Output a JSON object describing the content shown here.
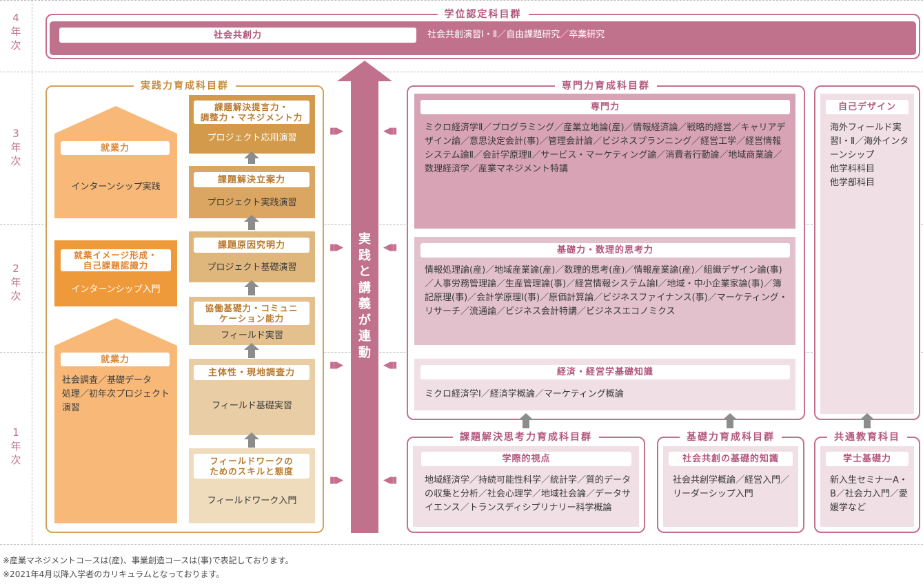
{
  "years": [
    {
      "num": "4",
      "unit": "年",
      "ji": "次"
    },
    {
      "num": "3",
      "unit": "年",
      "ji": "次"
    },
    {
      "num": "2",
      "unit": "年",
      "ji": "次"
    },
    {
      "num": "1",
      "unit": "年",
      "ji": "次"
    }
  ],
  "degree": {
    "title": "学位認定科目群",
    "pill": "社会共創力",
    "courses": "社会共創演習Ⅰ・Ⅱ／自由課題研究／卒業研究"
  },
  "practice": {
    "title": "実践力育成科目群",
    "house_top": {
      "pill": "就業力",
      "text": "インターンシップ実践"
    },
    "mid": {
      "pill": "就業イメージ形成・\n自己課題認識力",
      "text": "インターンシップ入門"
    },
    "house_bottom": {
      "pill": "就業力",
      "text": "社会調査／基礎データ\n処理／初年次プロジェクト演習"
    },
    "steps": [
      {
        "pill": "課題解決提言力・\n調整力・マネジメント力",
        "text": "プロジェクト応用演習"
      },
      {
        "pill": "課題解決立案力",
        "text": "プロジェクト実践演習"
      },
      {
        "pill": "課題原因究明力",
        "text": "プロジェクト基礎演習"
      },
      {
        "pill": "協働基礎力・コミュニ\nケーション能力",
        "text": "フィールド実習"
      },
      {
        "pill": "主体性・現地調査力",
        "text": "フィールド基礎実習"
      },
      {
        "pill": "フィールドワークの\nためのスキルと態度",
        "text": "フィールドワーク入門"
      }
    ]
  },
  "center_arrow": {
    "label": [
      "実",
      "践",
      "と",
      "講",
      "義",
      "が",
      "連",
      "動"
    ]
  },
  "specialized": {
    "title": "専門力育成科目群",
    "blocks": [
      {
        "pill": "専門力",
        "text": "ミクロ経済学Ⅱ／プログラミング／産業立地論(産)／情報経済論／戦略的経営／キャリアデザイン論／意思決定会計(事)／管理会計論／ビジネスプランニング／経営工学／経営情報システム論Ⅱ／会計学原理Ⅱ／サービス・マーケティング論／消費者行動論／地域商業論／数理経済学／産業マネジメント特講"
      },
      {
        "pill": "基礎力・数理的思考力",
        "text": "情報処理論(産)／地域産業論(産)／数理的思考(産)／情報産業論(産)／組織デザイン論(事)／人事労務管理論／生産管理論(事)／経営情報システム論Ⅰ／地域・中小企業家論(事)／簿記原理(事)／会計学原理Ⅰ(事)／原価計算論／ビジネスファイナンス(事)／マーケティング・リサーチ／流通論／ビジネス会計特講／ビジネスエコノミクス"
      },
      {
        "pill": "経済・経営学基礎知識",
        "text": "ミクロ経済学Ⅰ／経済学概論／マーケティング概論"
      }
    ]
  },
  "self_design": {
    "pill": "自己デザイン",
    "text": "海外フィールド実習Ⅰ・Ⅱ／海外インターンシップ\n他学科科目\n他学部科目"
  },
  "problem_solving": {
    "title": "課題解決思考力育成科目群",
    "pill": "学際的視点",
    "text": "地域経済学／持続可能性科学／統計学／質的データの収集と分析／社会心理学／地域社会論／データサイエンス／トランスディシプリナリー科学概論"
  },
  "basic": {
    "title": "基礎力育成科目群",
    "pill": "社会共創の基礎的知識",
    "text": "社会共創学概論／経営入門／リーダーシップ入門"
  },
  "common": {
    "title": "共通教育科目",
    "pill": "学士基礎力",
    "text": "新入生セミナーA・B／社会力入門／愛媛学など"
  },
  "notes": [
    "※産業マネジメントコースは(産)、事業創造コースは(事)で表記しております。",
    "※2021年4月以降入学者のカリキュラムとなっております。"
  ],
  "colors": {
    "pink_dark": "#c0718c",
    "pink_mid": "#d7a3b5",
    "pink_light": "#e2c0cc",
    "pink_pale": "#f0dfe5",
    "orange_dark": "#d29a4a",
    "orange_mid": "#dfb77c",
    "orange_light": "#ecd3ad",
    "orange_house": "#f7b878",
    "orange_strong": "#ef9a3a"
  }
}
